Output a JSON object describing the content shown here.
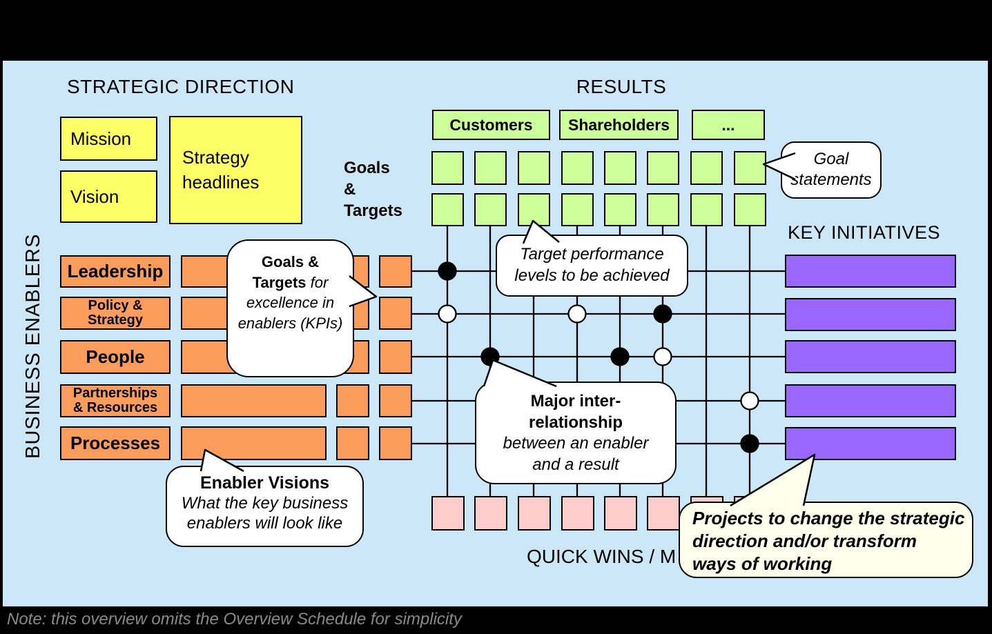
{
  "colors": {
    "background": "#CCE7F8",
    "yellow": "#FFFF66",
    "green": "#CCFF99",
    "orange": "#FA9D5C",
    "purple": "#9966FF",
    "pink": "#FFCCCC",
    "callout_white": "#FFFFFF",
    "callout_cream": "#FFFFEE",
    "line_black": "#000000",
    "note_gray": "#8A8A8A"
  },
  "titles": {
    "strategic_direction": "STRATEGIC DIRECTION",
    "results": "RESULTS",
    "key_initiatives": "KEY INITIATIVES",
    "business_enablers": "BUSINESS ENABLERS",
    "quick_wins": "QUICK WINS / M"
  },
  "strategic_direction": {
    "mission": "Mission",
    "vision": "Vision",
    "strategy_headlines": "Strategy headlines"
  },
  "goals_targets_label": {
    "lines": [
      "Goals",
      "&",
      "Targets"
    ]
  },
  "results": {
    "groups": [
      "Customers",
      "Shareholders",
      "..."
    ],
    "goal_columns": 8,
    "goal_rows": 2
  },
  "enablers": {
    "items": [
      {
        "label": "Leadership"
      },
      {
        "label": "Policy & Strategy"
      },
      {
        "label": "People"
      },
      {
        "label": "Partnerships & Resources"
      },
      {
        "label": "Processes"
      }
    ]
  },
  "initiatives": {
    "count": 5
  },
  "quick_wins_row": {
    "cells": 8
  },
  "relationships": {
    "dots": [
      {
        "row": 1,
        "col": 1,
        "type": "black"
      },
      {
        "row": 2,
        "col": 1,
        "type": "white"
      },
      {
        "row": 2,
        "col": 4,
        "type": "white"
      },
      {
        "row": 2,
        "col": 6,
        "type": "black"
      },
      {
        "row": 3,
        "col": 2,
        "type": "black"
      },
      {
        "row": 3,
        "col": 5,
        "type": "black"
      },
      {
        "row": 3,
        "col": 6,
        "type": "white"
      },
      {
        "row": 4,
        "col": 8,
        "type": "white"
      },
      {
        "row": 5,
        "col": 8,
        "type": "black"
      }
    ]
  },
  "callouts": {
    "goal_statements": {
      "text": "Goal statements"
    },
    "target_performance": {
      "text": "Target performance levels to be achieved"
    },
    "kpi": {
      "bold": "Goals & Targets",
      "italic": "for excellence in enablers (KPIs)"
    },
    "major": {
      "bold": "Major inter-relationship",
      "italic": "between an enabler and a result"
    },
    "enabler_visions": {
      "bold": "Enabler Visions",
      "italic": "What the key business enablers will look like"
    },
    "projects": {
      "text": "Projects to change the strategic direction and/or transform ways of working"
    }
  },
  "note": "Note: this overview omits the Overview Schedule for simplicity"
}
